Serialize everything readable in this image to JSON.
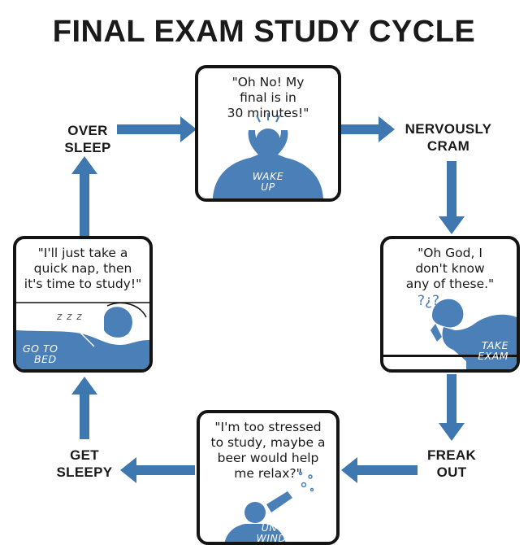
{
  "title": "FINAL EXAM STUDY CYCLE",
  "colors": {
    "accent": "#3f78b0",
    "figure": "#4a7fb8",
    "border": "#141414",
    "text": "#1a1a1a"
  },
  "stages": {
    "wake_up": {
      "quote": [
        "\"Oh No! My",
        "final is in",
        "30 minutes!\""
      ],
      "tag": [
        "WAKE",
        "UP"
      ]
    },
    "take_exam": {
      "quote": [
        "\"Oh God, I",
        "don't know",
        "any of these.\""
      ],
      "tag": [
        "TAKE",
        "EXAM"
      ],
      "marks": "?¿?"
    },
    "unwind": {
      "quote": [
        "\"I'm too stressed",
        "to study, maybe a",
        "beer would help",
        "me relax?\""
      ],
      "tag": [
        "UN-",
        "WIND"
      ]
    },
    "go_to_bed": {
      "quote": [
        "\"I'll just take a",
        "quick nap, then",
        "it's time to study!\""
      ],
      "tag": [
        "GO TO",
        "BED"
      ],
      "zzz": "z z z"
    }
  },
  "labels": {
    "nervously_cram": [
      "NERVOUSLY",
      "CRAM"
    ],
    "freak_out": [
      "FREAK",
      "OUT"
    ],
    "get_sleepy": [
      "GET",
      "SLEEPY"
    ],
    "over_sleep": [
      "OVER",
      "SLEEP"
    ]
  }
}
